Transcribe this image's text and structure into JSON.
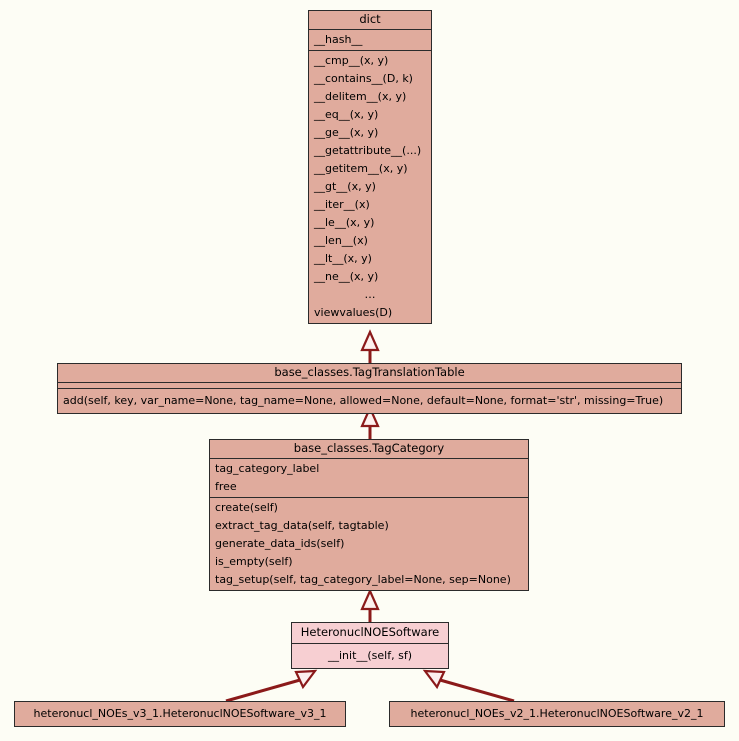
{
  "diagram": {
    "type": "uml-class-diagram",
    "background_color": "#fdfdf5",
    "box_fill_color": "#e0ab9d",
    "highlight_fill_color": "#f7cfd2",
    "border_color": "#2b2b2b",
    "edge_color": "#8b1a1a",
    "classes": [
      {
        "id": "dict",
        "name": "dict",
        "attributes": [
          "__hash__"
        ],
        "operations": [
          "__cmp__(x, y)",
          "__contains__(D, k)",
          "__delitem__(x, y)",
          "__eq__(x, y)",
          "__ge__(x, y)",
          "__getattribute__(...)",
          "__getitem__(x, y)",
          "__gt__(x, y)",
          "__iter__(x)",
          "__le__(x, y)",
          "__len__(x)",
          "__lt__(x, y)",
          "__ne__(x, y)",
          "…",
          "viewvalues(D)"
        ]
      },
      {
        "id": "tagtranslationtable",
        "name": "base_classes.TagTranslationTable",
        "attributes": [],
        "operations": [
          "add(self, key, var_name=None, tag_name=None, allowed=None, default=None, format='str', missing=True)"
        ]
      },
      {
        "id": "tagcategory",
        "name": "base_classes.TagCategory",
        "attributes": [
          "tag_category_label",
          "free"
        ],
        "operations": [
          "create(self)",
          "extract_tag_data(self, tagtable)",
          "generate_data_ids(self)",
          "is_empty(self)",
          "tag_setup(self, tag_category_label=None, sep=None)"
        ]
      },
      {
        "id": "heteronuclnoesoftware",
        "name": "HeteronuclNOESoftware",
        "highlighted": true,
        "attributes": [],
        "operations": [
          "__init__(self, sf)"
        ]
      },
      {
        "id": "v3_1",
        "name": "heteronucl_NOEs_v3_1.HeteronuclNOESoftware_v3_1",
        "attributes": [],
        "operations": []
      },
      {
        "id": "v2_1",
        "name": "heteronucl_NOEs_v2_1.HeteronuclNOESoftware_v2_1",
        "attributes": [],
        "operations": []
      }
    ],
    "relations": [
      {
        "from": "tagtranslationtable",
        "to": "dict",
        "kind": "inheritance"
      },
      {
        "from": "tagcategory",
        "to": "tagtranslationtable",
        "kind": "inheritance"
      },
      {
        "from": "heteronuclnoesoftware",
        "to": "tagcategory",
        "kind": "inheritance"
      },
      {
        "from": "v3_1",
        "to": "heteronuclnoesoftware",
        "kind": "inheritance"
      },
      {
        "from": "v2_1",
        "to": "heteronuclnoesoftware",
        "kind": "inheritance"
      }
    ]
  }
}
